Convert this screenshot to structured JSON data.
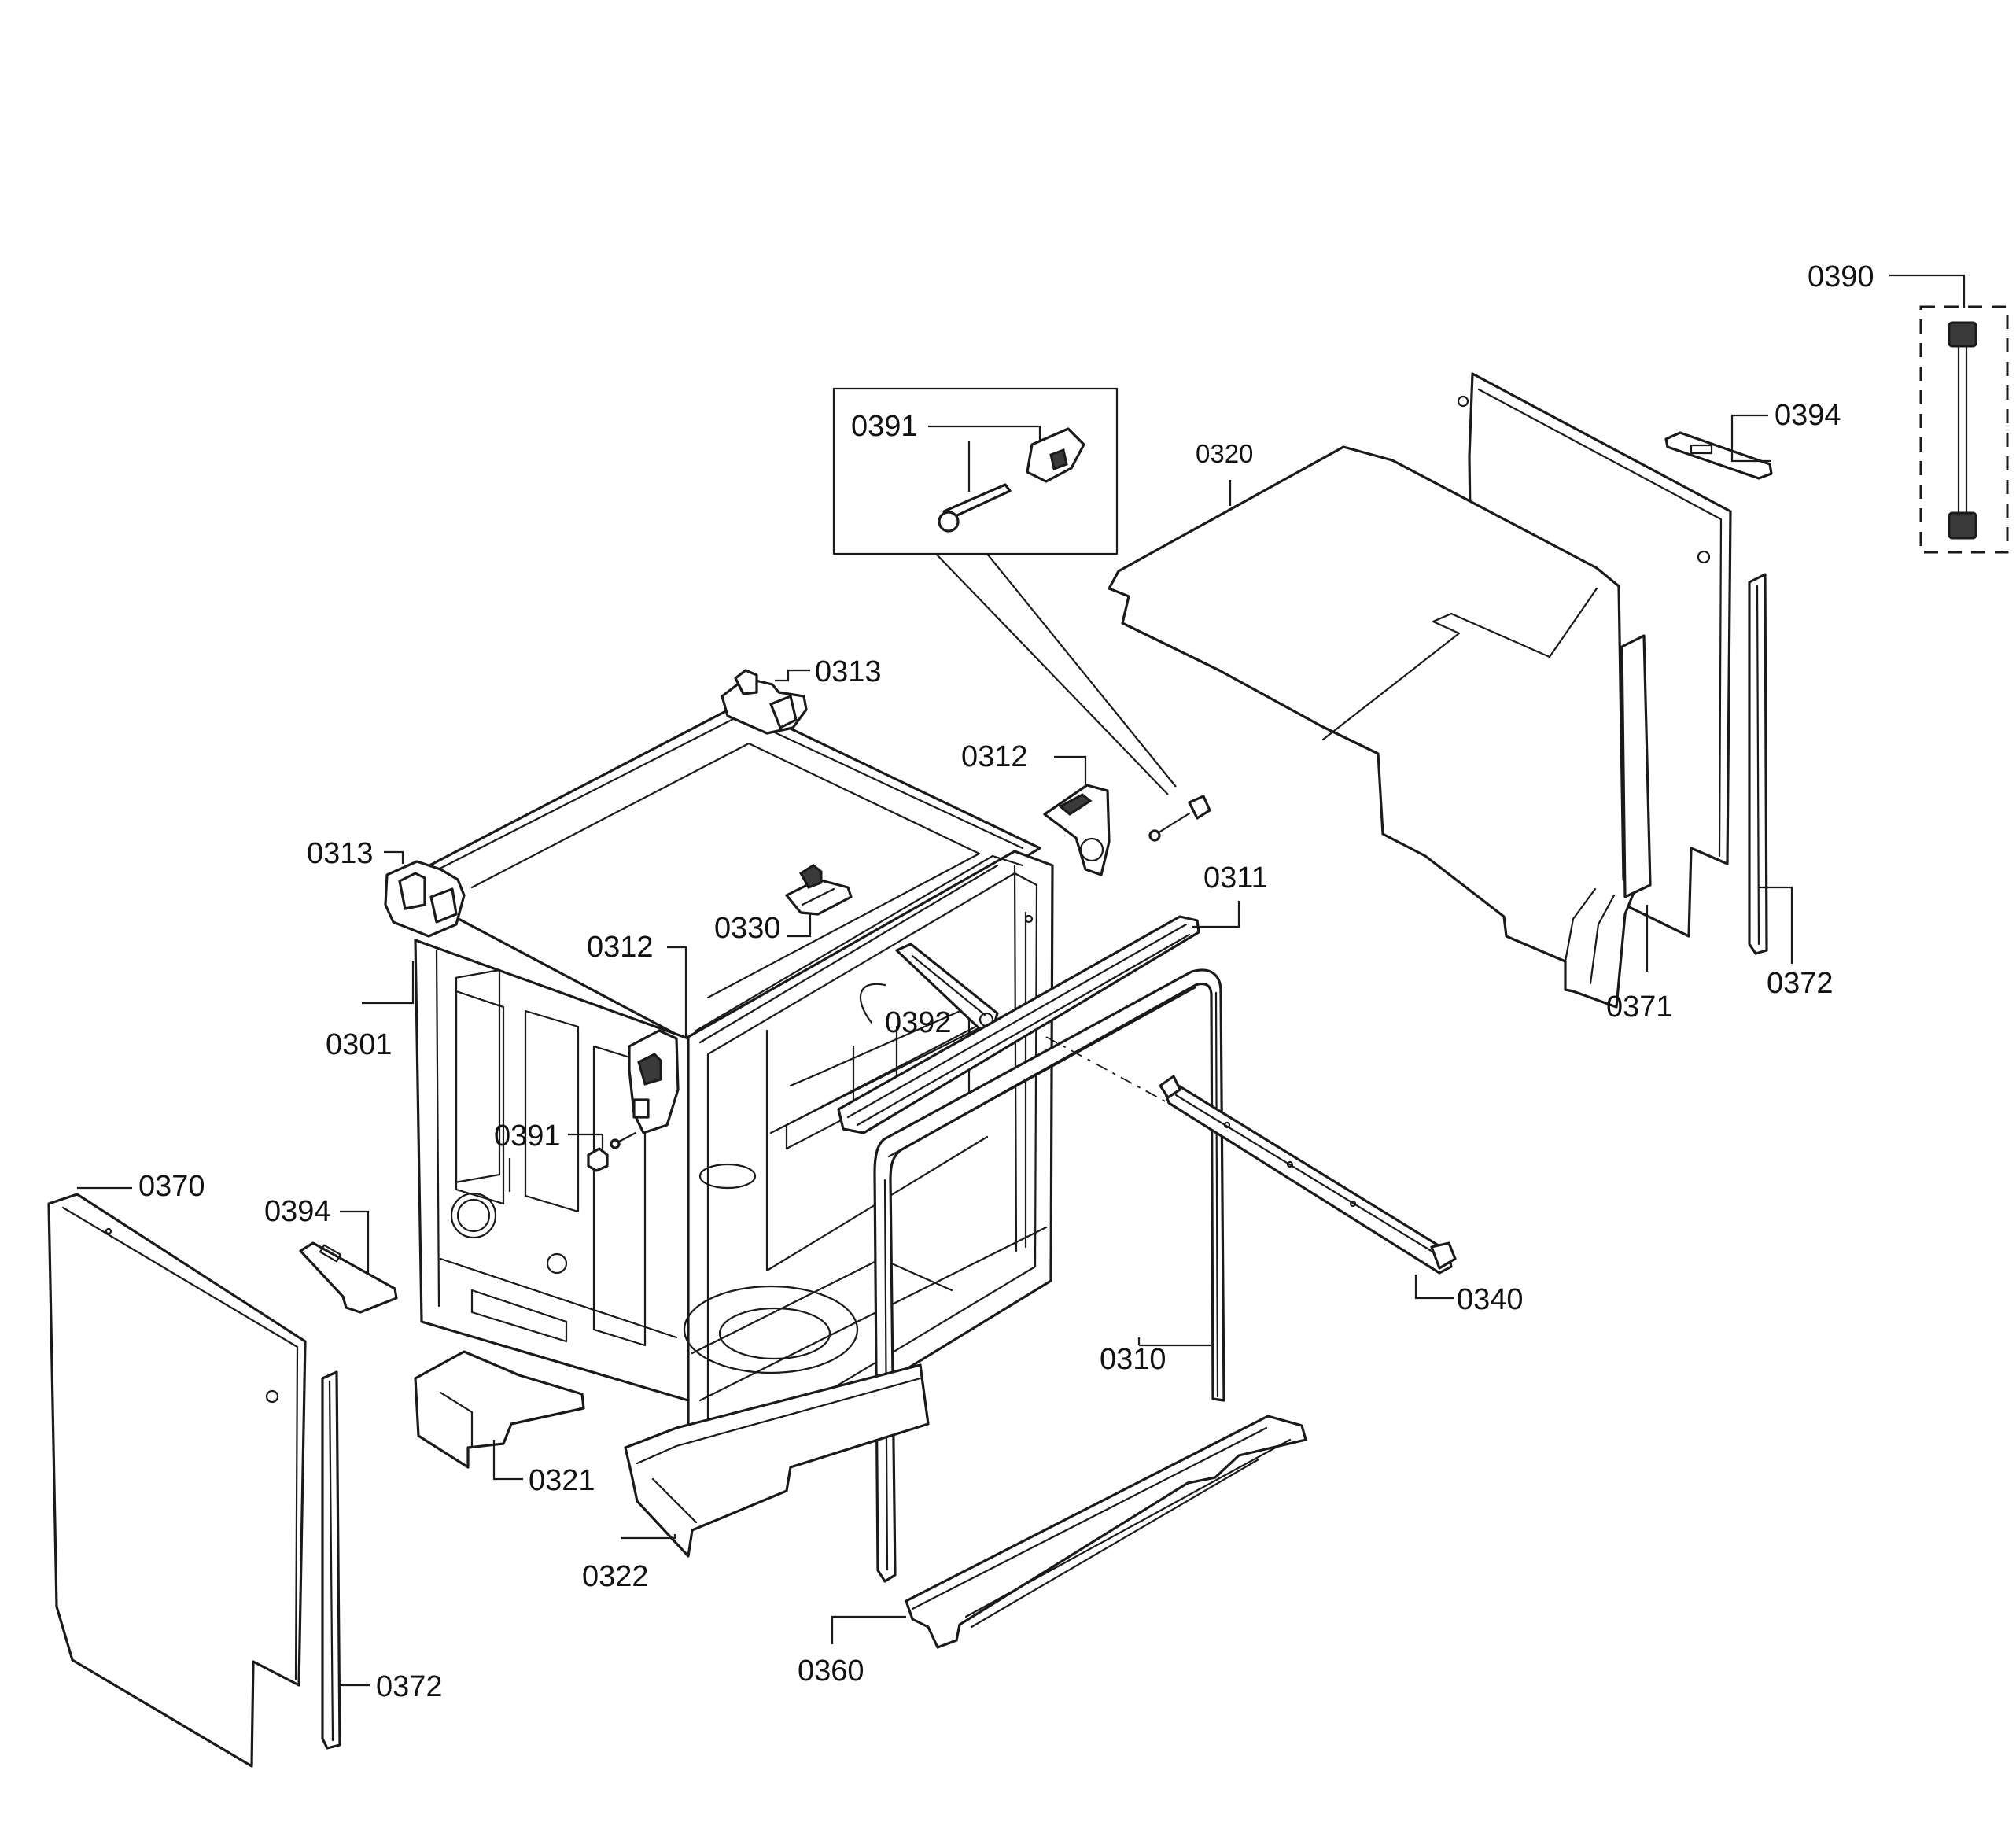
{
  "diagram": {
    "labels": {
      "p0390": "0390",
      "p0394_right": "0394",
      "p0320": "0320",
      "p0391_inset": "0391",
      "p0313_top": "0313",
      "p0312_right": "0312",
      "p0313_left": "0313",
      "p0330": "0330",
      "p0311": "0311",
      "p0312_left": "0312",
      "p0392": "0392",
      "p0301": "0301",
      "p0391_main": "0391",
      "p0371": "0371",
      "p0372_right": "0372",
      "p0370": "0370",
      "p0394_left": "0394",
      "p0340": "0340",
      "p0310": "0310",
      "p0321": "0321",
      "p0322": "0322",
      "p0360": "0360",
      "p0372_left": "0372"
    }
  }
}
